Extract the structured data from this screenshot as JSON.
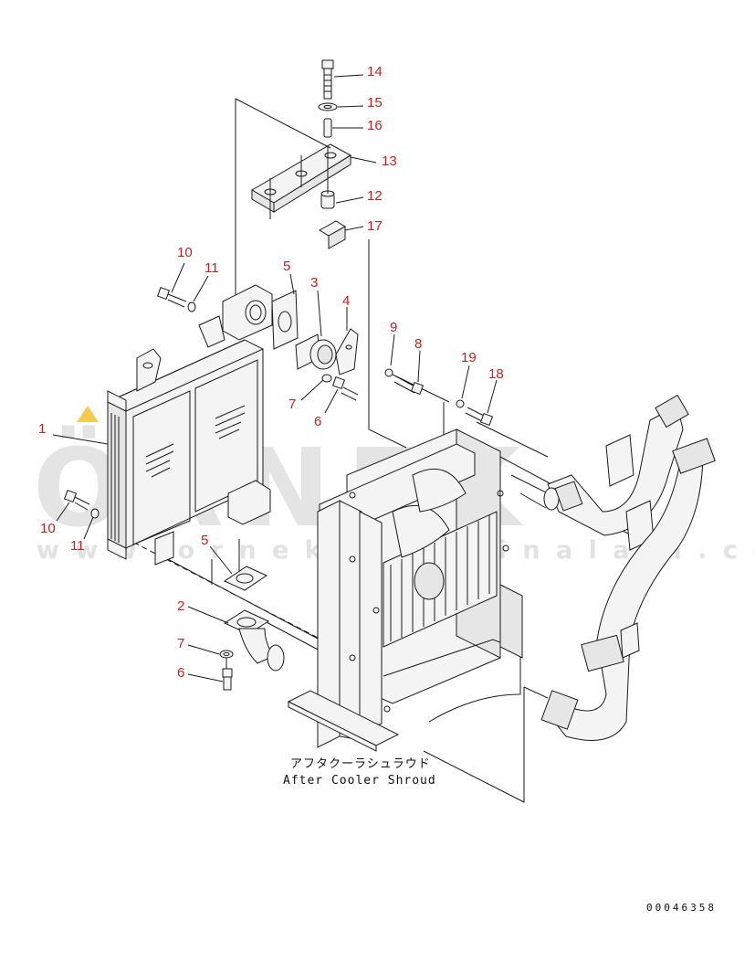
{
  "watermark": {
    "brand": "ÖRNEK",
    "url": "w w w . o r n e k i s m a k i n a l a r i . c o m . t r",
    "accent_color": "#f2c230"
  },
  "callouts": [
    {
      "id": "c14",
      "label": "14"
    },
    {
      "id": "c15",
      "label": "15"
    },
    {
      "id": "c16",
      "label": "16"
    },
    {
      "id": "c13",
      "label": "13"
    },
    {
      "id": "c12",
      "label": "12"
    },
    {
      "id": "c17",
      "label": "17"
    },
    {
      "id": "c10a",
      "label": "10"
    },
    {
      "id": "c11a",
      "label": "11"
    },
    {
      "id": "c5a",
      "label": "5"
    },
    {
      "id": "c3",
      "label": "3"
    },
    {
      "id": "c4",
      "label": "4"
    },
    {
      "id": "c9",
      "label": "9"
    },
    {
      "id": "c8",
      "label": "8"
    },
    {
      "id": "c19",
      "label": "19"
    },
    {
      "id": "c18",
      "label": "18"
    },
    {
      "id": "c7a",
      "label": "7"
    },
    {
      "id": "c6a",
      "label": "6"
    },
    {
      "id": "c1",
      "label": "1"
    },
    {
      "id": "c10b",
      "label": "10"
    },
    {
      "id": "c11b",
      "label": "11"
    },
    {
      "id": "c5b",
      "label": "5"
    },
    {
      "id": "c2",
      "label": "2"
    },
    {
      "id": "c7b",
      "label": "7"
    },
    {
      "id": "c6b",
      "label": "6"
    }
  ],
  "caption": {
    "japanese": "アフタクーラシュラウド",
    "english": "After Cooler Shroud"
  },
  "document_number": "00046358",
  "colors": {
    "callout_text": "#c8201e",
    "line": "#1a1a1a",
    "watermark_gray": "#cfcfcf"
  }
}
